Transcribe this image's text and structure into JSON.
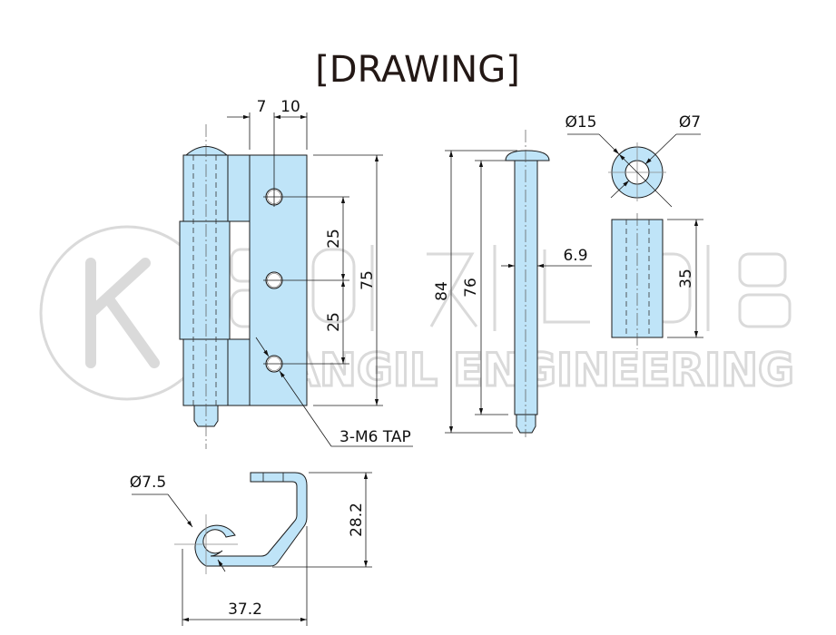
{
  "title": "[DRAWING]",
  "watermark": {
    "company": "KWANGIL ENGINEERING",
    "korean": "광일엔지니어링",
    "logo_letter": "K"
  },
  "colors": {
    "part_fill": "#bfe4f8",
    "line": "#1a1a1a",
    "watermark": "#dadada"
  },
  "hinge": {
    "dim_offset": "7",
    "dim_edge": "10",
    "dim_pitch_1": "25",
    "dim_pitch_2": "25",
    "dim_height": "75",
    "tap_note": "3-M6 TAP"
  },
  "pin": {
    "dim_total": "84",
    "dim_shaft": "76",
    "dim_dia": "6.9"
  },
  "bushing": {
    "dim_outer": "Ø15",
    "dim_inner": "Ø7",
    "dim_length": "35"
  },
  "bracket": {
    "dim_loop": "Ø7.5",
    "dim_height": "28.2",
    "dim_width": "37.2"
  }
}
